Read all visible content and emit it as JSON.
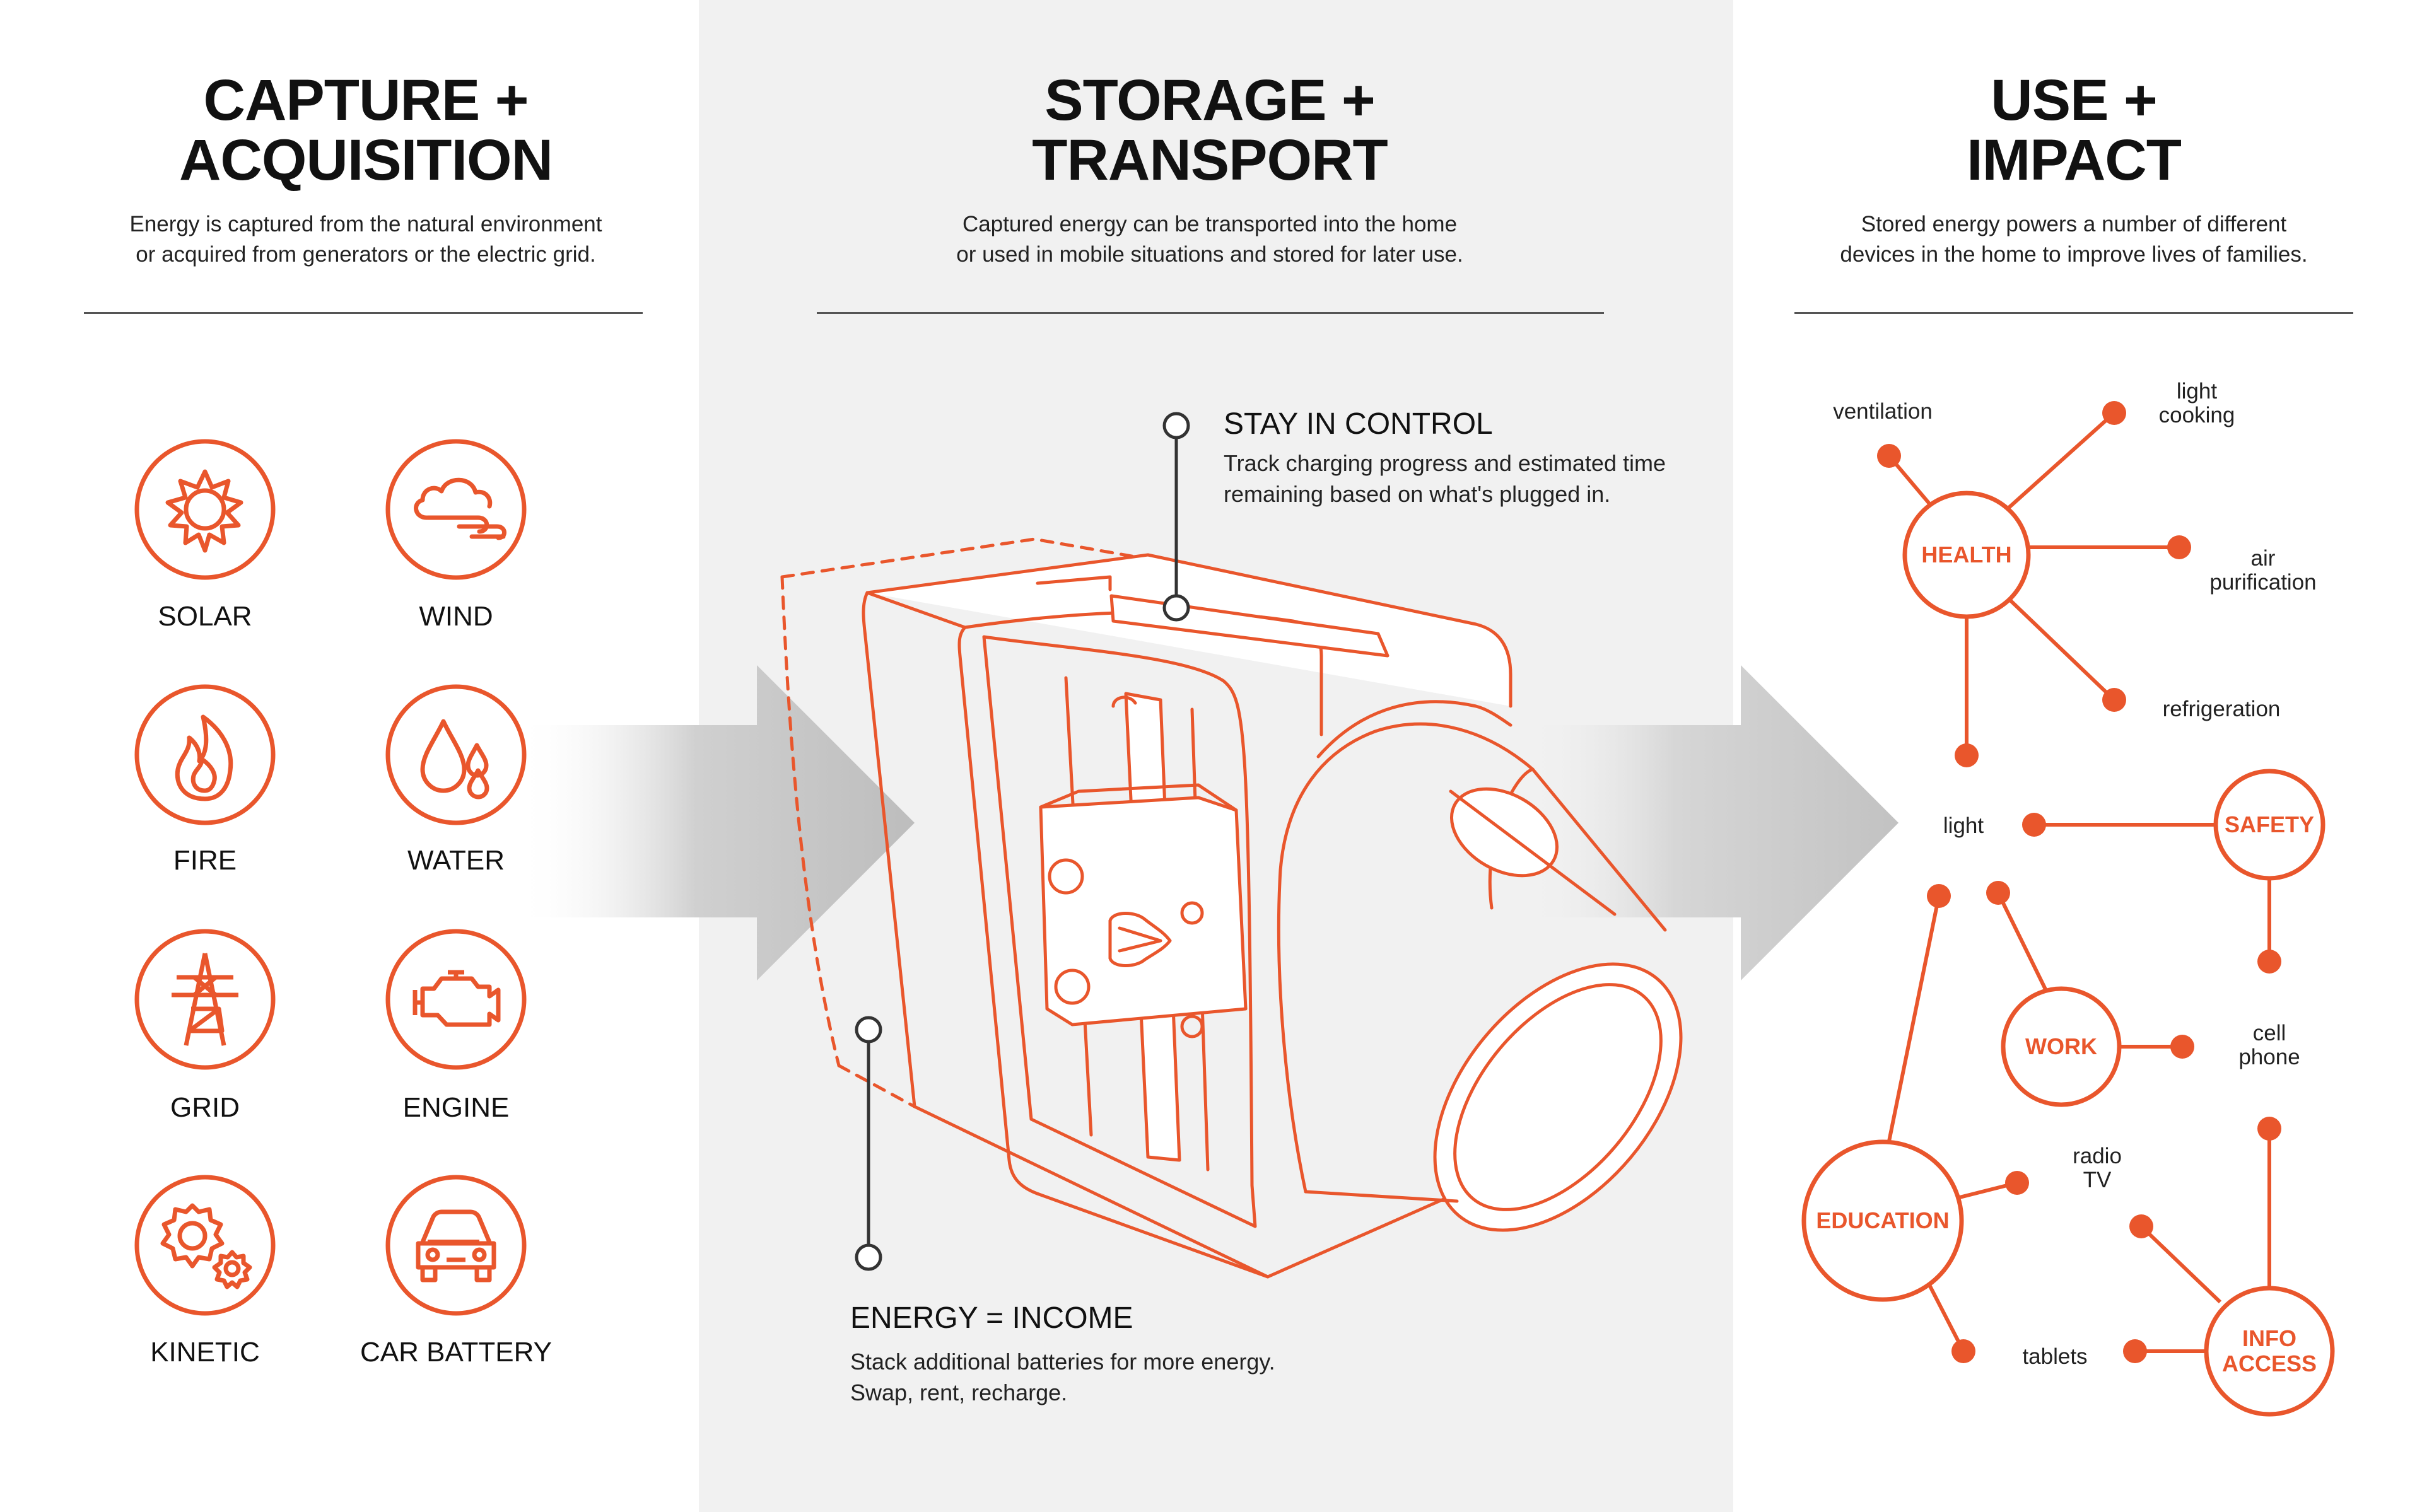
{
  "colors": {
    "accent": "#e9562c",
    "panel": "#f1f1f1",
    "text": "#111111",
    "arrow": "#c8c8c8"
  },
  "columns": {
    "capture": {
      "title_line1": "CAPTURE +",
      "title_line2": "ACQUISITION",
      "desc_line1": "Energy is captured from the natural environment",
      "desc_line2": "or acquired from generators or the electric grid."
    },
    "storage": {
      "title_line1": "STORAGE +",
      "title_line2": "TRANSPORT",
      "desc_line1": "Captured energy can be transported into the home",
      "desc_line2": "or used in mobile situations and stored for later use."
    },
    "use": {
      "title_line1": "USE +",
      "title_line2": "IMPACT",
      "desc_line1": "Stored energy powers a number of different",
      "desc_line2": "devices in the home to improve lives of families."
    }
  },
  "sources": [
    {
      "label": "SOLAR",
      "icon": "sun-icon"
    },
    {
      "label": "WIND",
      "icon": "wind-cloud-icon"
    },
    {
      "label": "FIRE",
      "icon": "flame-icon"
    },
    {
      "label": "WATER",
      "icon": "water-drops-icon"
    },
    {
      "label": "GRID",
      "icon": "power-tower-icon"
    },
    {
      "label": "ENGINE",
      "icon": "engine-icon"
    },
    {
      "label": "KINETIC",
      "icon": "gears-icon"
    },
    {
      "label": "CAR BATTERY",
      "icon": "car-icon"
    }
  ],
  "callouts": {
    "control": {
      "title": "STAY IN CONTROL",
      "line1": "Track charging progress and estimated time",
      "line2": "remaining based on what's plugged in."
    },
    "income": {
      "title": "ENERGY = INCOME",
      "line1": "Stack additional batteries for more energy.",
      "line2": "Swap, rent, recharge."
    }
  },
  "impact": {
    "hubs": {
      "health": "HEALTH",
      "safety": "SAFETY",
      "work": "WORK",
      "education": "EDUCATION",
      "info_line1": "INFO",
      "info_line2": "ACCESS"
    },
    "leaves": {
      "ventilation": "ventilation",
      "light_cooking_line1": "light",
      "light_cooking_line2": "cooking",
      "air_line1": "air",
      "air_line2": "purification",
      "refrigeration": "refrigeration",
      "light": "light",
      "cell_line1": "cell",
      "cell_line2": "phone",
      "radio_line1": "radio",
      "radio_line2": "TV",
      "tablets": "tablets"
    }
  }
}
